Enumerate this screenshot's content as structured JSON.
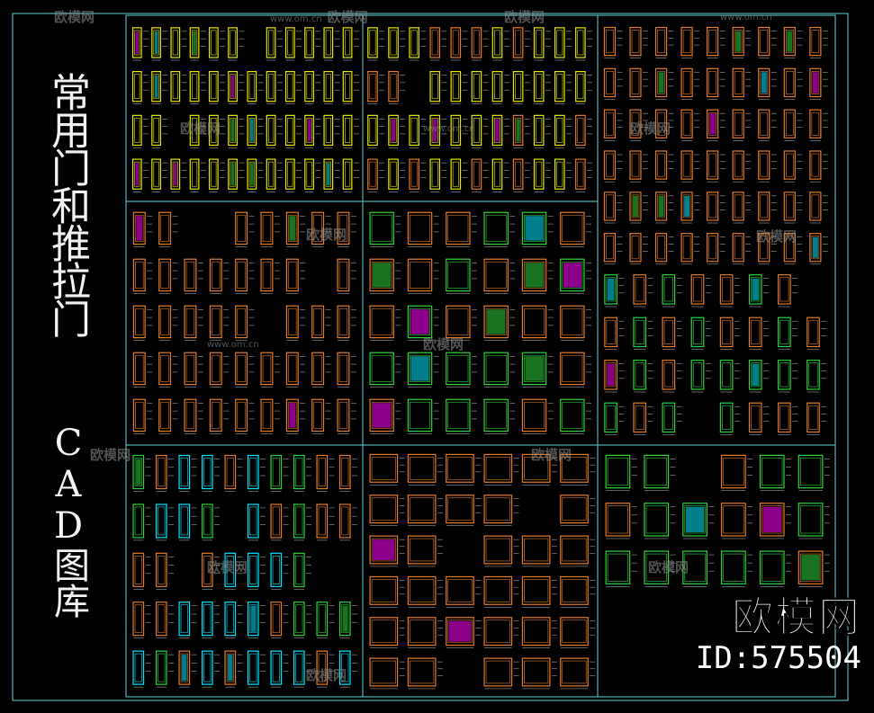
{
  "title": {
    "main": "常用门和推拉门",
    "sub": "CAD图库"
  },
  "logo": {
    "brand": "欧模网",
    "id": "ID:575504"
  },
  "watermark": {
    "brand": "欧模网",
    "url": "www.om.cn"
  },
  "colors": {
    "background": "#000000",
    "frame": "#5fd3d3",
    "door_yellow": "#e6e600",
    "door_orange": "#e07b28",
    "door_green": "#2fd13a",
    "door_magenta": "#ff00ff",
    "door_cyan": "#00e5ff",
    "annotation": "#bfbfbf"
  }
}
